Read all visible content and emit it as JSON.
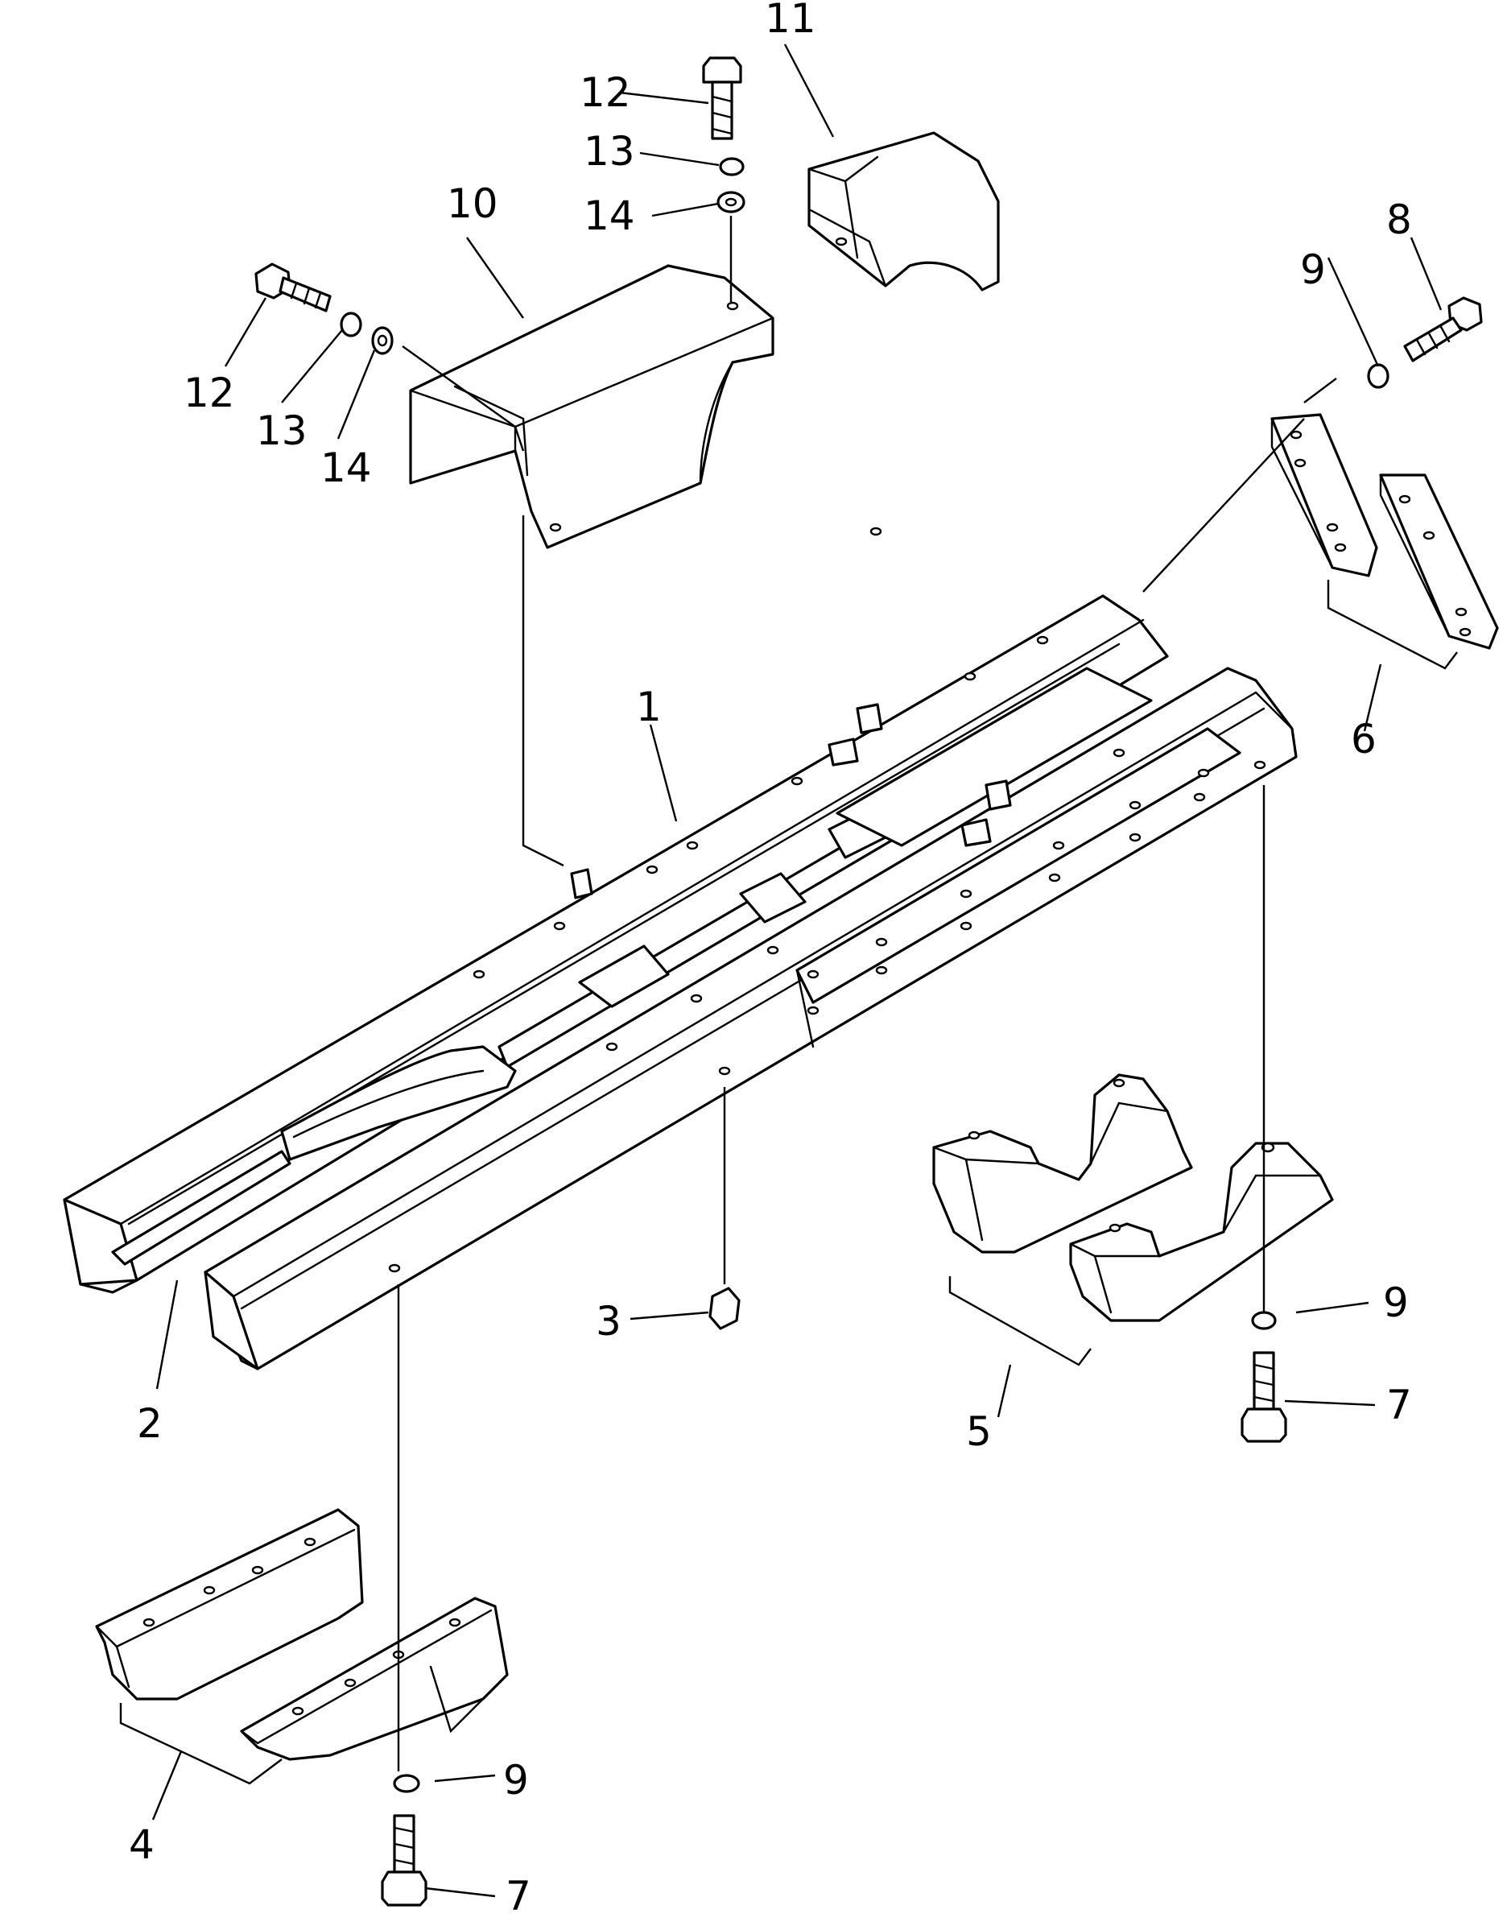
{
  "diagram": {
    "type": "exploded-parts-diagram",
    "callouts": [
      {
        "id": "c1",
        "label": "1"
      },
      {
        "id": "c2",
        "label": "2"
      },
      {
        "id": "c3",
        "label": "3"
      },
      {
        "id": "c4",
        "label": "4"
      },
      {
        "id": "c5",
        "label": "5"
      },
      {
        "id": "c6",
        "label": "6"
      },
      {
        "id": "c7a",
        "label": "7"
      },
      {
        "id": "c7b",
        "label": "7"
      },
      {
        "id": "c8",
        "label": "8"
      },
      {
        "id": "c9a",
        "label": "9"
      },
      {
        "id": "c9b",
        "label": "9"
      },
      {
        "id": "c9c",
        "label": "9"
      },
      {
        "id": "c10",
        "label": "10"
      },
      {
        "id": "c11",
        "label": "11"
      },
      {
        "id": "c12a",
        "label": "12"
      },
      {
        "id": "c12b",
        "label": "12"
      },
      {
        "id": "c13a",
        "label": "13"
      },
      {
        "id": "c13b",
        "label": "13"
      },
      {
        "id": "c14a",
        "label": "14"
      },
      {
        "id": "c14b",
        "label": "14"
      }
    ]
  }
}
